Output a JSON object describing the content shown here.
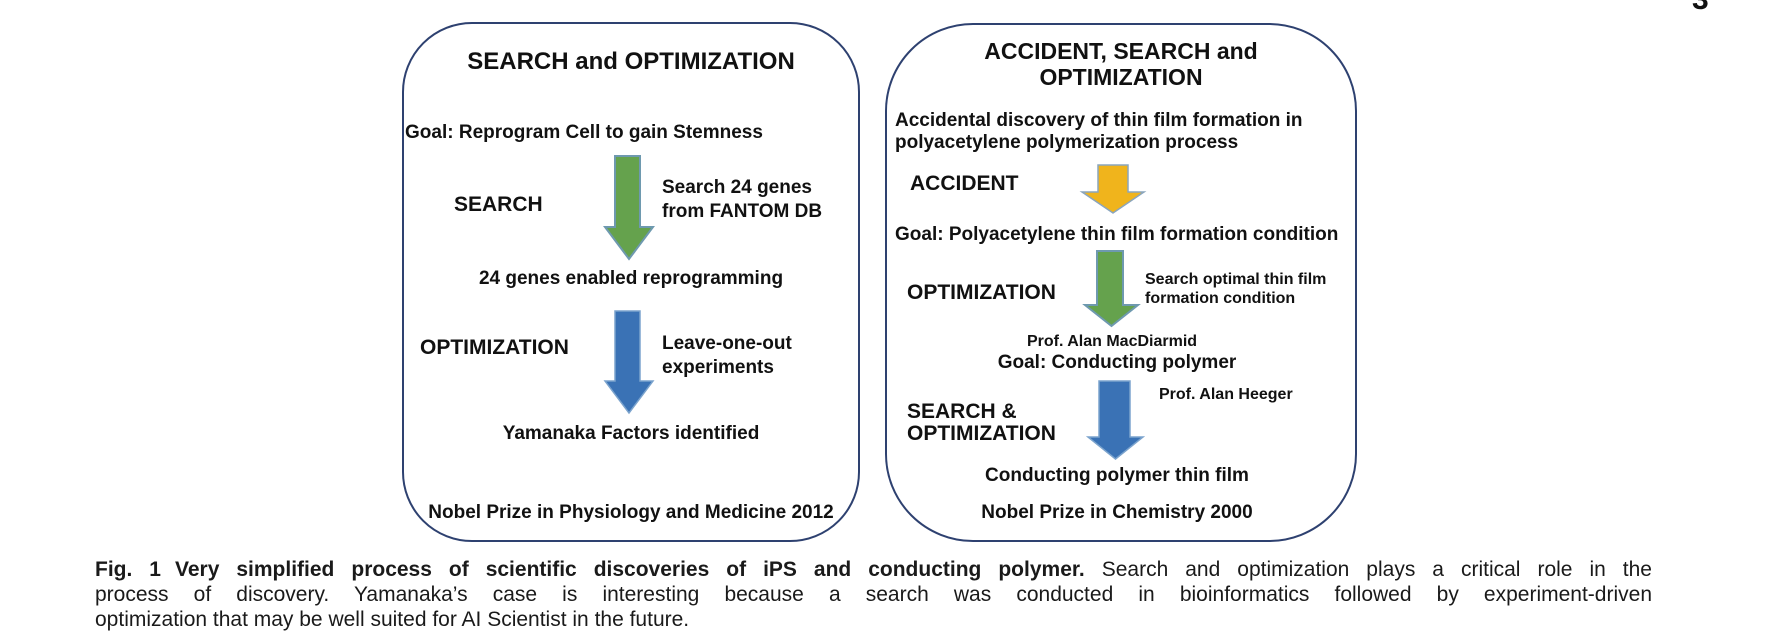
{
  "page": {
    "partial_page_number": "3"
  },
  "colors": {
    "panel_border": "#2e4170",
    "text": "#111111",
    "green_arrow": "#65a24d",
    "green_arrow_border": "#6e99af",
    "yellow_arrow": "#f0b41c",
    "yellow_arrow_border": "#8aa5bd",
    "blue_arrow": "#3a72b5",
    "blue_arrow_border": "#7ba3cd"
  },
  "left_panel": {
    "title": "SEARCH and OPTIMIZATION",
    "goal": "Goal: Reprogram Cell to gain Stemness",
    "search_label": "SEARCH",
    "search_note_line1": "Search 24 genes",
    "search_note_line2": "from FANTOM DB",
    "result1": "24 genes enabled reprogramming",
    "optimization_label": "OPTIMIZATION",
    "optimization_note_line1": "Leave-one-out",
    "optimization_note_line2": "experiments",
    "result2": "Yamanaka Factors identified",
    "award": "Nobel Prize in Physiology and Medicine 2012"
  },
  "right_panel": {
    "title_line1": "ACCIDENT, SEARCH and",
    "title_line2": "OPTIMIZATION",
    "intro_line1": "Accidental discovery of thin film formation in",
    "intro_line2": "polyacetylene polymerization process",
    "accident_label": "ACCIDENT",
    "goal1": "Goal: Polyacetylene thin film formation condition",
    "optimization_label": "OPTIMIZATION",
    "optimization_note_line1": "Search optimal thin film",
    "optimization_note_line2": "formation condition",
    "person1": "Prof. Alan MacDiarmid",
    "goal2": "Goal: Conducting polymer",
    "search_opt_label_line1": "SEARCH &",
    "search_opt_label_line2": "OPTIMIZATION",
    "person2": "Prof. Alan Heeger",
    "result": "Conducting polymer thin film",
    "award": "Nobel Prize in Chemistry 2000"
  },
  "caption": {
    "fig_label": "Fig. 1",
    "title_bold": "Very simplified process of scientific discoveries of iPS and conducting polymer.",
    "line1_rest": "Search and optimization plays a critical role in the",
    "line2": "process of discovery. Yamanaka’s case is interesting because a search was conducted in bioinformatics followed by experiment-driven",
    "line3": "optimization that may be well suited for AI Scientist in the future."
  }
}
